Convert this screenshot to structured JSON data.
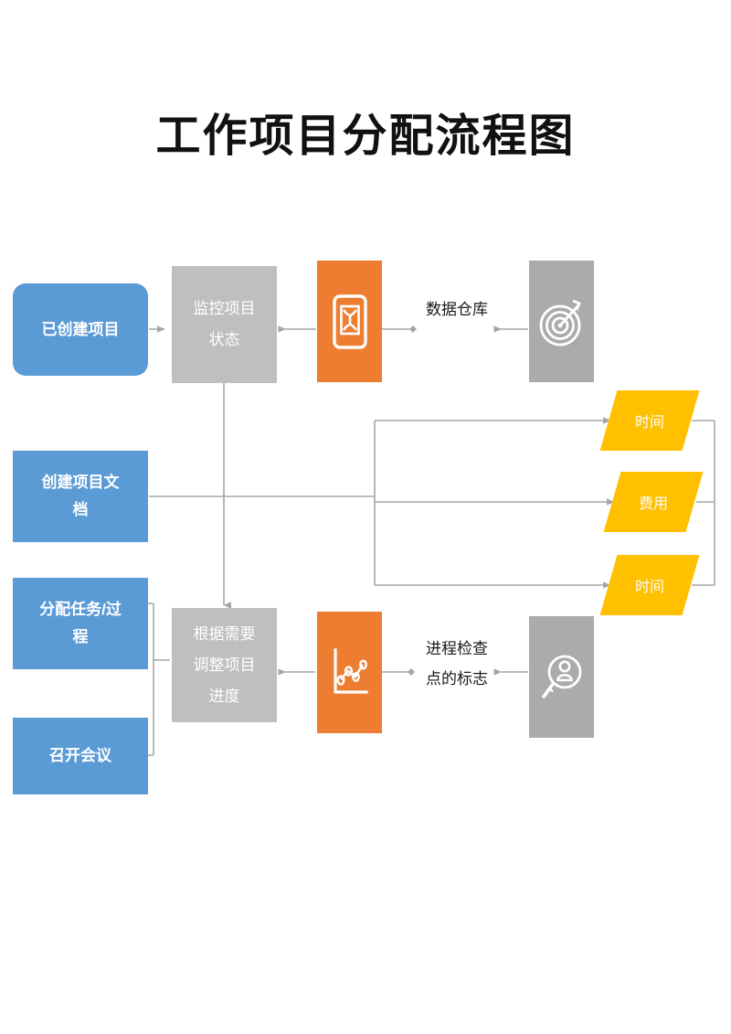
{
  "page": {
    "title": "工作项目分配流程图",
    "background": "#ffffff"
  },
  "palette": {
    "blue": "#5B9BD5",
    "gray": "#BFBFBF",
    "gray_icon": "#ABABAB",
    "orange": "#ED7D31",
    "yellow": "#FFC000",
    "connector": "#A6A6A6",
    "title_color": "#111111",
    "label_color": "#1A1A1A"
  },
  "nodes": {
    "project_created": {
      "label": "已创建项目",
      "shape": "rounded-rect",
      "color": "#5B9BD5"
    },
    "monitor_status": {
      "label": "监控项目\n状态",
      "shape": "rect",
      "color": "#BFBFBF"
    },
    "tablet_icon_box": {
      "icon": "tablet-device-icon",
      "shape": "rect",
      "color": "#ED7D31"
    },
    "data_warehouse_label": {
      "label": "数据仓库"
    },
    "target_icon_box": {
      "icon": "target-dartboard-icon",
      "shape": "rect",
      "color": "#ABABAB"
    },
    "create_docs": {
      "label": "创建项目文\n档",
      "shape": "rect",
      "color": "#5B9BD5"
    },
    "assign_tasks": {
      "label": "分配任务/过\n程",
      "shape": "rect",
      "color": "#5B9BD5"
    },
    "hold_meeting": {
      "label": "召开会议",
      "shape": "rect",
      "color": "#5B9BD5"
    },
    "adjust_progress": {
      "label": "根据需要\n调整项目\n进度",
      "shape": "rect",
      "color": "#BFBFBF"
    },
    "chart_icon_box": {
      "icon": "line-chart-icon",
      "shape": "rect",
      "color": "#ED7D31"
    },
    "checkpoint_label": {
      "label": "进程检查\n点的标志"
    },
    "person_search_icon_box": {
      "icon": "person-magnifier-icon",
      "shape": "rect",
      "color": "#ABABAB"
    }
  },
  "parallelograms": [
    {
      "label": "时间",
      "color": "#FFC000"
    },
    {
      "label": "费用",
      "color": "#FFC000"
    },
    {
      "label": "时间",
      "color": "#FFC000"
    }
  ]
}
